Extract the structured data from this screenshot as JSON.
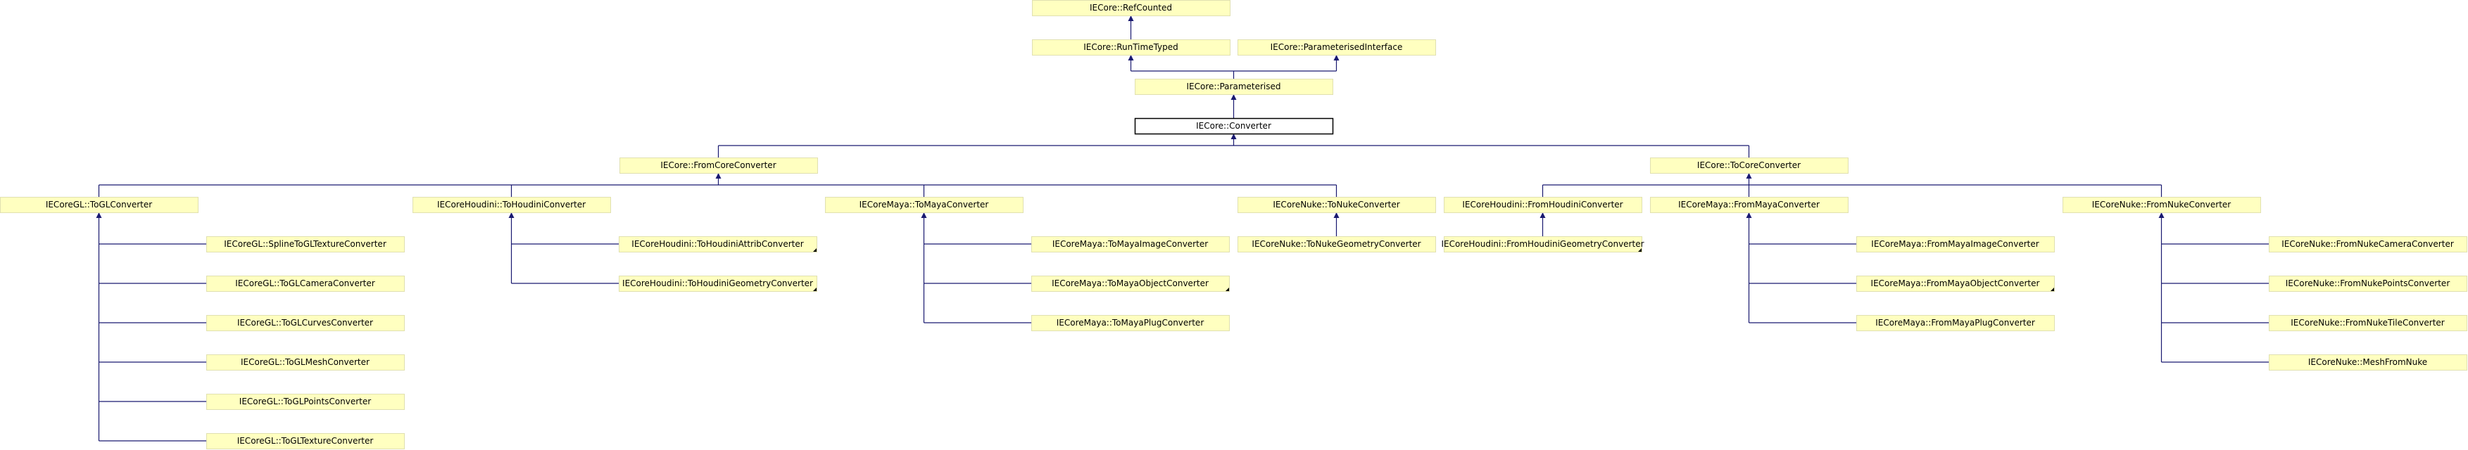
{
  "colors": {
    "node_fill": "#FFFFC0",
    "node_border": "#E0E0B0",
    "highlight_fill": "#FFFFFF",
    "highlight_border": "#000000",
    "edge": "#191970",
    "marker": "#000000"
  },
  "nodes": {
    "refcounted": "IECore::RefCounted",
    "runtimetyped": "IECore::RunTimeTyped",
    "parameterisedinterface": "IECore::ParameterisedInterface",
    "parameterised": "IECore::Parameterised",
    "converter": "IECore::Converter",
    "fromcoreconverter": "IECore::FromCoreConverter",
    "tocoreconverter": "IECore::ToCoreConverter",
    "toglconverter": "IECoreGL::ToGLConverter",
    "tohoudiniconverter": "IECoreHoudini::ToHoudiniConverter",
    "tomayaconverter": "IECoreMaya::ToMayaConverter",
    "tonukeconverter": "IECoreNuke::ToNukeConverter",
    "fromhoudiniconverter": "IECoreHoudini::FromHoudiniConverter",
    "frommayaconverter": "IECoreMaya::FromMayaConverter",
    "fromnukeconverter": "IECoreNuke::FromNukeConverter",
    "splinetogltextureconverter": "IECoreGL::SplineToGLTextureConverter",
    "toglcameraconverter": "IECoreGL::ToGLCameraConverter",
    "toglcurvesconverter": "IECoreGL::ToGLCurvesConverter",
    "toglmeshconverter": "IECoreGL::ToGLMeshConverter",
    "toglpointsconverter": "IECoreGL::ToGLPointsConverter",
    "togltextureconverter": "IECoreGL::ToGLTextureConverter",
    "tohoudiniattribconverter": "IECoreHoudini::ToHoudiniAttribConverter",
    "tohoudinigeometryconverter": "IECoreHoudini::ToHoudiniGeometryConverter",
    "tomayaimageconverter": "IECoreMaya::ToMayaImageConverter",
    "tomayaobjectconverter": "IECoreMaya::ToMayaObjectConverter",
    "tomayaplugconverter": "IECoreMaya::ToMayaPlugConverter",
    "tonukegeometryconverter": "IECoreNuke::ToNukeGeometryConverter",
    "fromhoudinigeometryconverter": "IECoreHoudini::FromHoudiniGeometryConverter",
    "frommayaimageconverter": "IECoreMaya::FromMayaImageConverter",
    "frommayaobjectconverter": "IECoreMaya::FromMayaObjectConverter",
    "frommayaplugconverter": "IECoreMaya::FromMayaPlugConverter",
    "fromnukecameraconverter": "IECoreNuke::FromNukeCameraConverter",
    "fromnukepointsconverter": "IECoreNuke::FromNukePointsConverter",
    "fromnuketileconverter": "IECoreNuke::FromNukeTileConverter",
    "meshfromnuke": "IECoreNuke::MeshFromNuke"
  }
}
